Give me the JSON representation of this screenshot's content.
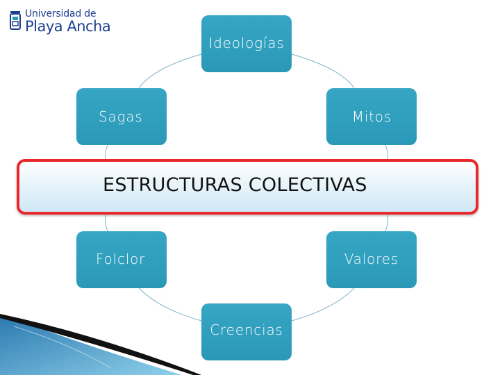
{
  "logo": {
    "line1": "Universidad de",
    "line2": "Playa Ancha"
  },
  "diagram": {
    "center": "ESTRUCTURAS COLECTIVAS",
    "nodes": {
      "top": "Ideologías",
      "upper_left": "Sagas",
      "upper_right": "Mitos",
      "lower_left": "Folclor",
      "lower_right": "Valores",
      "bottom": "Creencias"
    }
  },
  "colors": {
    "node_fill": "#2b98b8",
    "banner_border": "#e8282b",
    "banner_fill": "#cfe8f6",
    "connector": "#7fb3c8",
    "brand": "#1d3f8f"
  }
}
